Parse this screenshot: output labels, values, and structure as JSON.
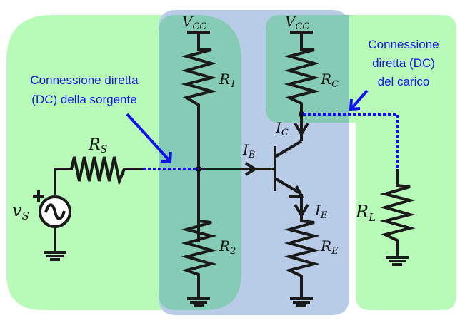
{
  "colors": {
    "input_region": "#b8fbb9",
    "bias_region": "#b8cce8",
    "overlap_region": "#86cbb5",
    "wire": "#1a1a1a",
    "annotation": "#1414e6"
  },
  "labels": {
    "vcc_left": {
      "main": "V",
      "sub": "CC"
    },
    "vcc_right": {
      "main": "V",
      "sub": "CC"
    },
    "r1": {
      "main": "R",
      "sub": "1"
    },
    "r2": {
      "main": "R",
      "sub": "2"
    },
    "rc": {
      "main": "R",
      "sub": "C"
    },
    "re": {
      "main": "R",
      "sub": "E"
    },
    "rs": {
      "main": "R",
      "sub": "S"
    },
    "rl": {
      "main": "R",
      "sub": "L"
    },
    "vs": {
      "main": "v",
      "sub": "S"
    },
    "ib": {
      "main": "I",
      "sub": "B"
    },
    "ic": {
      "main": "I",
      "sub": "C"
    },
    "ie": {
      "main": "I",
      "sub": "E"
    },
    "source_plus": "+"
  },
  "annotations": {
    "source": [
      "Connessione diretta",
      "(DC) della sorgente"
    ],
    "load": [
      "Connessione",
      "diretta (DC)",
      "del carico"
    ]
  }
}
